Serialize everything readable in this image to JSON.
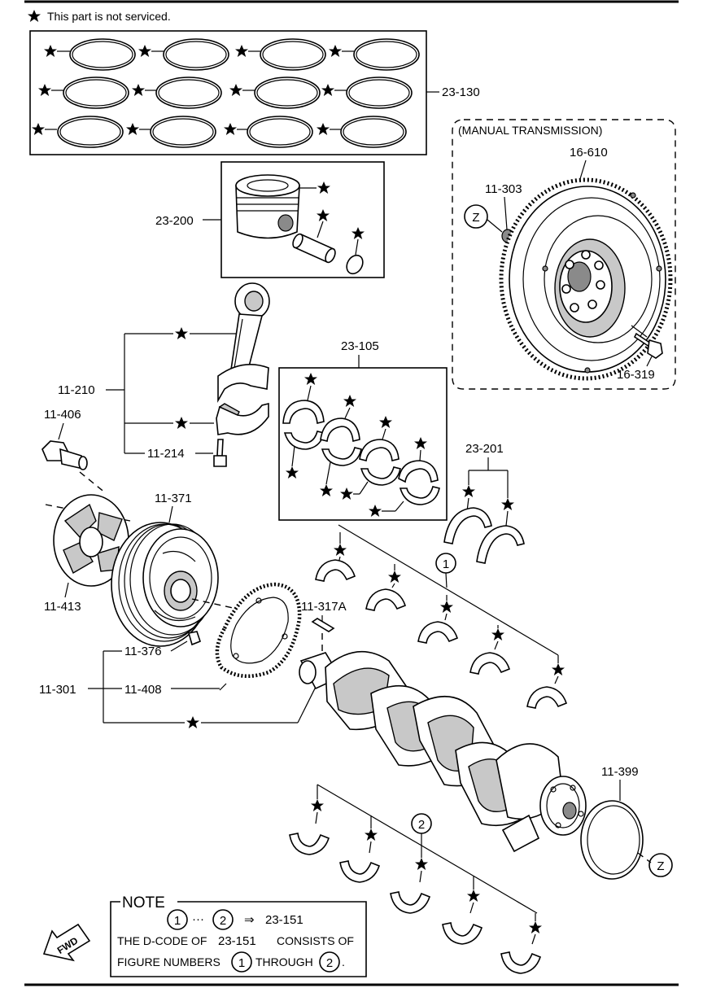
{
  "legend": {
    "note_text": "This part is not serviced."
  },
  "labels": {
    "piston_rings": "23-130",
    "piston": "23-200",
    "manual_transmission": "(MANUAL TRANSMISSION)",
    "flywheel": "16-610",
    "flywheel_plug": "11-303",
    "flywheel_bolt": "16-319",
    "connecting_rod": "11-210",
    "conrod_bolt": "11-214",
    "conrod_bearings": "23-105",
    "pulley_bolt": "11-406",
    "pulley": "11-371",
    "thrust_bearings": "23-201",
    "pulley_cover": "11-413",
    "crank_key": "11-317A",
    "dowel": "11-376",
    "crankshaft": "11-301",
    "pickup_plate": "11-408",
    "rear_seal": "11-399"
  },
  "markers": {
    "z": "Z",
    "one": "1",
    "two": "2",
    "fwd": "FWD"
  },
  "note": {
    "title": "NOTE",
    "line1_circle1": "1",
    "line1_ellipsis": "···",
    "line1_circle2": "2",
    "line1_arrow": "⇒",
    "line1_code": "23-151",
    "line2_prefix": "THE D-CODE OF",
    "line2_code": "23-151",
    "line2_suffix": "CONSISTS OF",
    "line3_prefix": "FIGURE NUMBERS",
    "line3_circle1": "1",
    "line3_through": "THROUGH",
    "line3_circle2": "2",
    "line3_period": "."
  }
}
